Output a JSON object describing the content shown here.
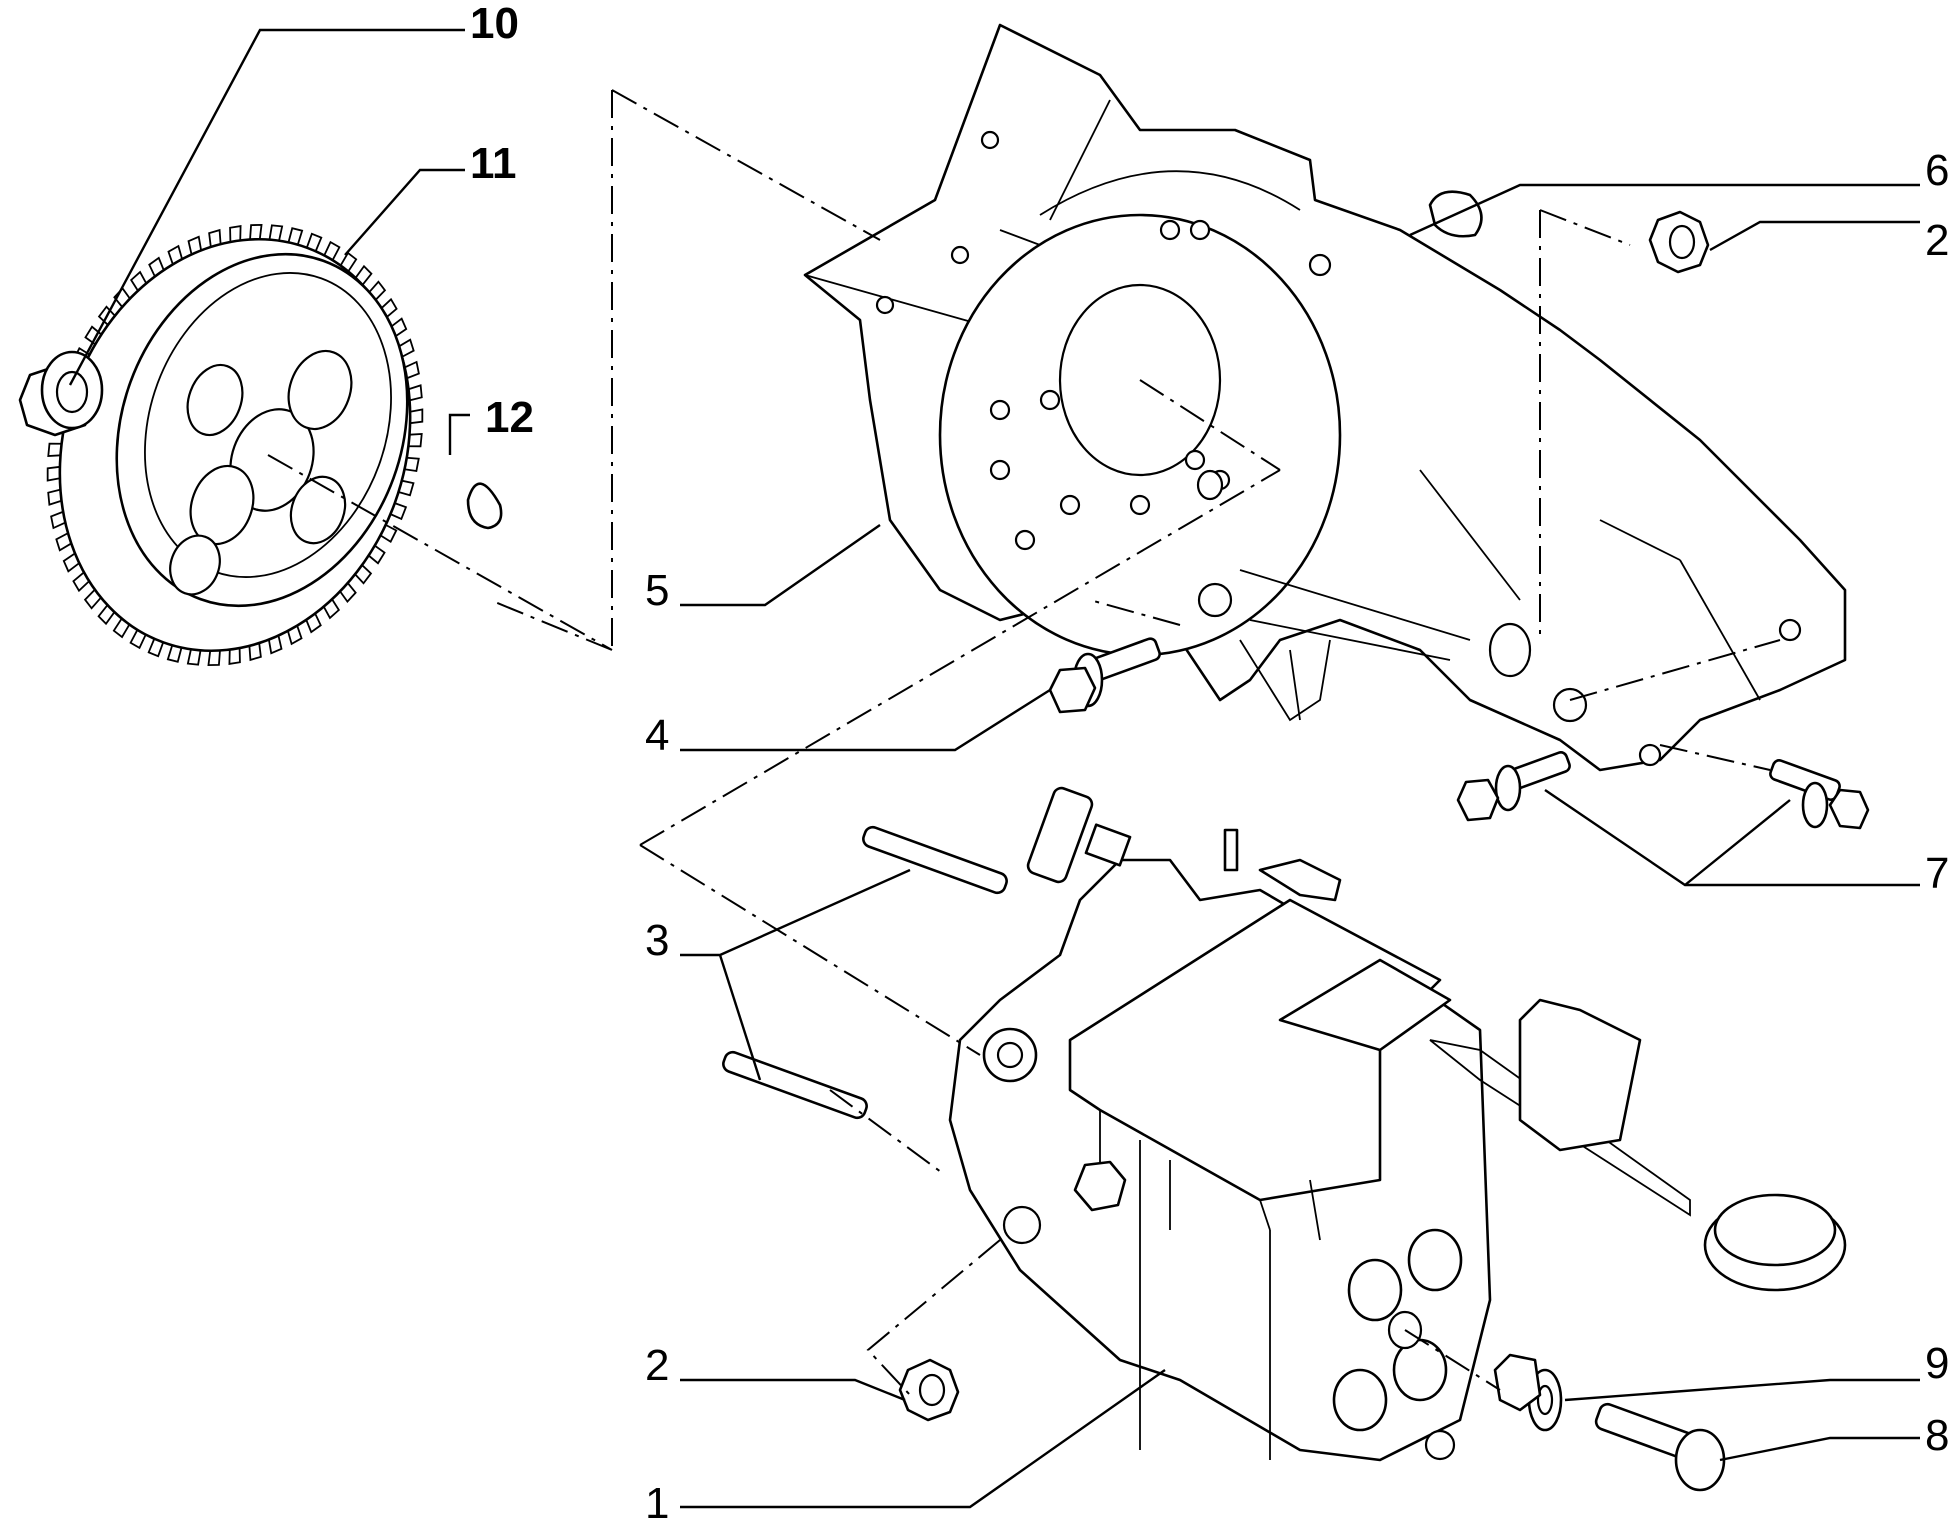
{
  "callouts": {
    "c1": "1",
    "c2a": "2",
    "c2b": "2",
    "c3": "3",
    "c4": "4",
    "c5": "5",
    "c6": "6",
    "c7": "7",
    "c8": "8",
    "c9": "9",
    "c10": "10",
    "c11": "11",
    "c12": "12"
  },
  "colors": {
    "line": "#000000",
    "background": "#ffffff"
  }
}
